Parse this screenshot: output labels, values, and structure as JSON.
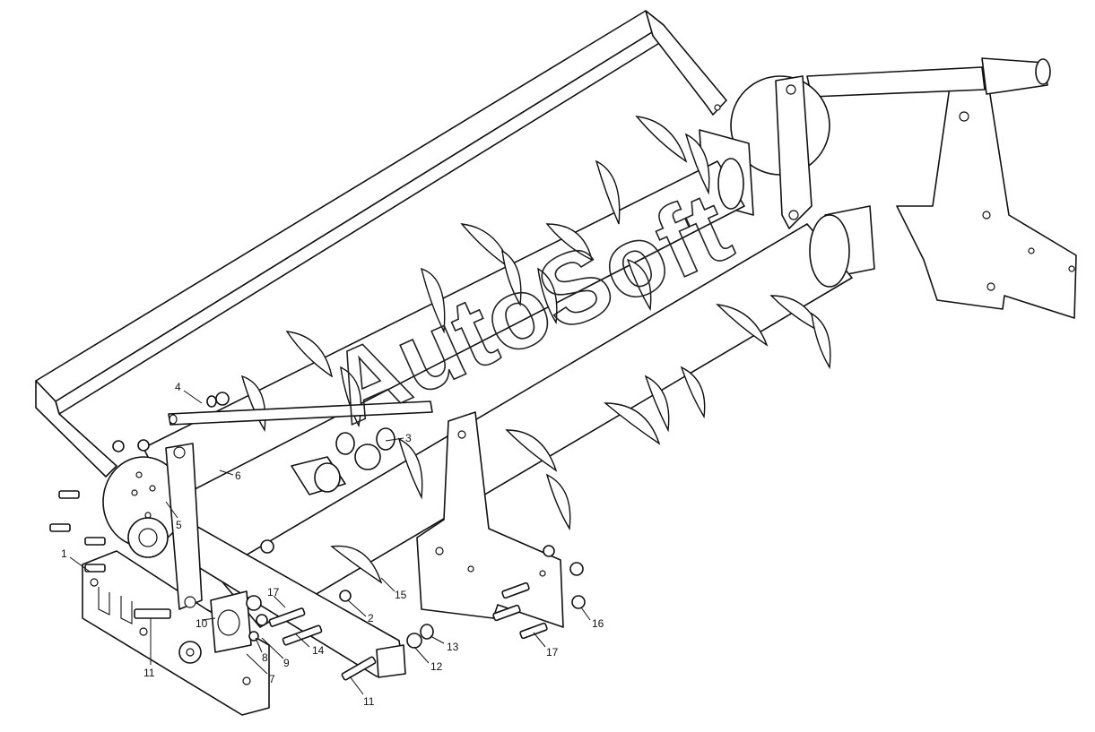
{
  "watermark": "AutoSoft",
  "callouts": {
    "c1": "1",
    "c2": "2",
    "c3": "3",
    "c4": "4",
    "c5": "5",
    "c6": "6",
    "c7": "7",
    "c8": "8",
    "c9": "9",
    "c10": "10",
    "c11a": "11",
    "c11b": "11",
    "c12": "12",
    "c13": "13",
    "c14": "14",
    "c15": "15",
    "c16": "16",
    "c17a": "17",
    "c17b": "17"
  },
  "colors": {
    "line": "#111111",
    "background": "#ffffff"
  }
}
